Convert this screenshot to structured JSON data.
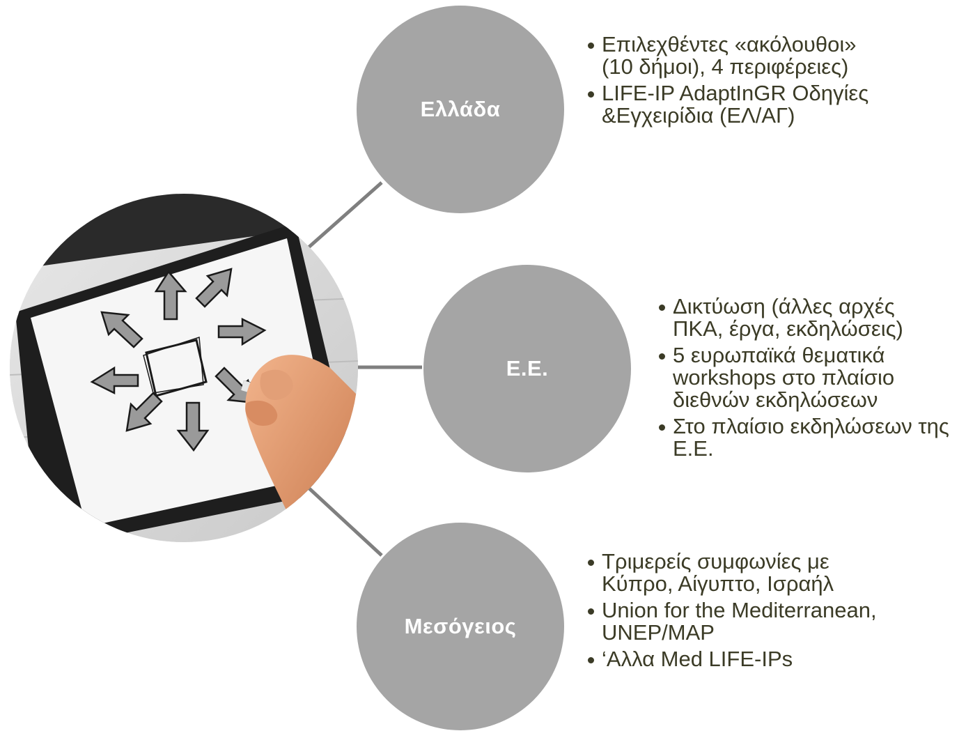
{
  "nodes": [
    {
      "label": "Ελλάδα",
      "bullets": [
        "Επιλεχθέντες «ακόλουθοι» (10 δήμοι), 4 περιφέρειες)",
        "LIFE-IP AdaptInGR Οδηγίες &Εγχειρίδια (ΕΛ/ΑΓ)"
      ]
    },
    {
      "label": "Ε.Ε.",
      "bullets": [
        "Δικτύωση (άλλες αρχές ΠΚΑ, έργα, εκδηλώσεις)",
        "5 ευρωπαϊκά θεματικά workshops στο πλαίσιο διεθνών εκδηλώσεων",
        "Στο πλαίσιο εκδηλώσεων της Ε.Ε."
      ]
    },
    {
      "label": "Μεσόγειος",
      "bullets": [
        "Τριμερείς συμφωνίες με Κύπρο, Αίγυπτο, Ισραήλ",
        "Union for the Mediterranean, UNEP/MAP",
        "‘Αλλα Med LIFE-IPs"
      ]
    }
  ],
  "colors": {
    "node_fill": "#a5a5a5",
    "connector": "#7f7f7f",
    "bullet_text": "#3b3b26",
    "node_text": "#ffffff"
  },
  "hub_image": {
    "icon": "whiteboard-arrows-hand-icon"
  }
}
